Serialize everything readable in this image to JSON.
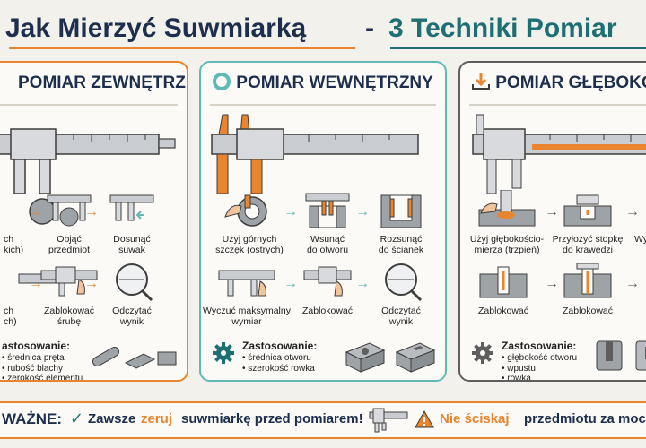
{
  "title": {
    "part1": "Jak Mierzyć Suwmiarką",
    "dash": "-",
    "part2": "3 Techniki Pomiar"
  },
  "panels": [
    {
      "heading": "POMIAR ZEWNĘTRZNY",
      "steps": [
        {
          "label": "ch\nkich)"
        },
        {
          "label": "Objąć\nprzedmiot"
        },
        {
          "label": "Dosunąć\nsuwak"
        },
        {
          "label": "ch\nch)"
        },
        {
          "label": "Zablokować\nśrubę"
        },
        {
          "label": "Odczytać\nwynik"
        }
      ],
      "application": {
        "heading": "astosowanie:",
        "items": [
          "średnica pręta",
          "rubość blachy",
          "zerokość elementu"
        ]
      }
    },
    {
      "heading": "POMIAR WEWNĘTRZNY",
      "steps": [
        {
          "label": "Użyj górnych\nszczęk (ostrych)"
        },
        {
          "label": "Wsunąć\ndo otworu"
        },
        {
          "label": "Rozsunąć\ndo ścianek"
        },
        {
          "label": "Wyczuć maksymalny\nwymiar"
        },
        {
          "label": "Zablokować"
        },
        {
          "label": "Odczytać\nwynik"
        }
      ],
      "application": {
        "heading": "Zastosowanie:",
        "items": [
          "średnica otworu",
          "szerokość rowka"
        ]
      }
    },
    {
      "heading": "POMIAR GŁĘBOKO",
      "steps": [
        {
          "label": "Użyj głębokościo-\nmierza (trzpień)"
        },
        {
          "label": "Przyłożyć stopkę\ndo krawędzi"
        },
        {
          "label": "Wys"
        },
        {
          "label": "Zablokować"
        },
        {
          "label": "Zablokować"
        }
      ],
      "application": {
        "heading": "Zastosowanie:",
        "items": [
          "głębokość otworu",
          "wpustu",
          "rowka"
        ]
      }
    }
  ],
  "footer": {
    "lead": "WAŻNE:",
    "tip1_a": "Zawsze",
    "tip1_b": "zeruj",
    "tip1_c": "suwmiarkę przed pomiarem!",
    "tip2_a": "Nie ściskaj",
    "tip2_b": "przedmiotu za mocno"
  },
  "colors": {
    "orange": "#e9852f",
    "teal": "#5fb9b7",
    "navy": "#1e2f4d",
    "gray": "#5e5e5e"
  },
  "icons": [
    "check-icon",
    "warning-icon",
    "gear-icon",
    "caliper-icon",
    "ring-icon",
    "depth-icon"
  ]
}
